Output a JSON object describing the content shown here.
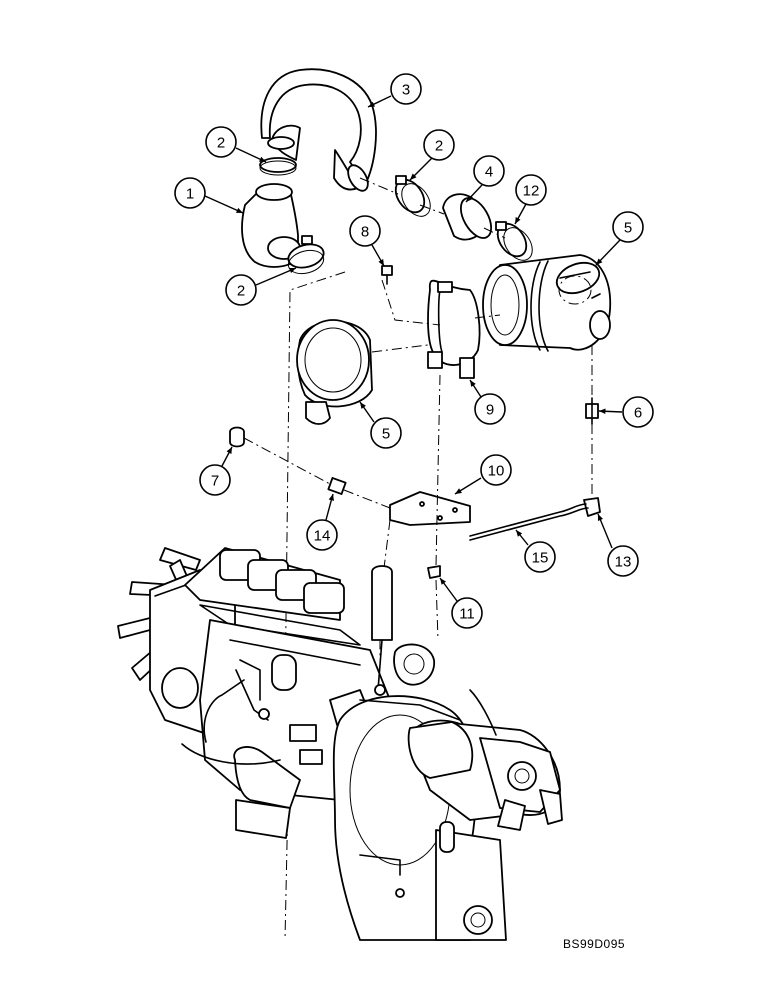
{
  "figure_code": "BS99D095",
  "callouts": [
    {
      "id": "c1",
      "label": "1"
    },
    {
      "id": "c2a",
      "label": "2"
    },
    {
      "id": "c2b",
      "label": "2"
    },
    {
      "id": "c2c",
      "label": "2"
    },
    {
      "id": "c3",
      "label": "3"
    },
    {
      "id": "c4",
      "label": "4"
    },
    {
      "id": "c5a",
      "label": "5"
    },
    {
      "id": "c5b",
      "label": "5"
    },
    {
      "id": "c6",
      "label": "6"
    },
    {
      "id": "c7",
      "label": "7"
    },
    {
      "id": "c8",
      "label": "8"
    },
    {
      "id": "c9",
      "label": "9"
    },
    {
      "id": "c10",
      "label": "10"
    },
    {
      "id": "c11",
      "label": "11"
    },
    {
      "id": "c12",
      "label": "12"
    },
    {
      "id": "c13",
      "label": "13"
    },
    {
      "id": "c14",
      "label": "14"
    },
    {
      "id": "c15",
      "label": "15"
    }
  ]
}
